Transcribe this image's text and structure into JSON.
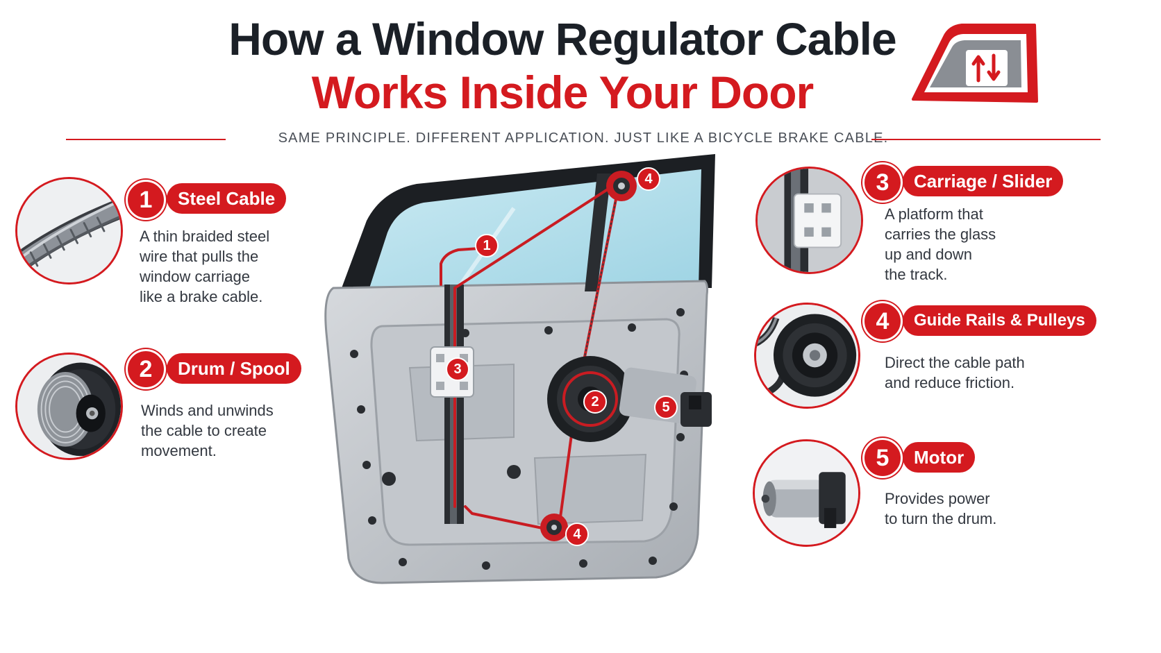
{
  "title": {
    "line1": "How a Window Regulator Cable",
    "line2": "Works Inside Your Door"
  },
  "subtitle": "SAME PRINCIPLE. DIFFERENT APPLICATION. JUST LIKE A BICYCLE BRAKE CABLE.",
  "colors": {
    "accent": "#d41a1f",
    "dark": "#1b2027",
    "text": "#333840"
  },
  "components": [
    {
      "number": "1",
      "label": "Steel Cable",
      "description": [
        "A thin braided steel",
        "wire that pulls the",
        "window carriage",
        "like a brake cable."
      ],
      "icon": "steel-cable-icon"
    },
    {
      "number": "2",
      "label": "Drum / Spool",
      "description": [
        "Winds and unwinds",
        "the cable to create",
        "movement."
      ],
      "icon": "drum-spool-icon"
    },
    {
      "number": "3",
      "label": "Carriage / Slider",
      "description": [
        "A platform that",
        "carries the glass",
        "up and down",
        "the track."
      ],
      "icon": "carriage-slider-icon"
    },
    {
      "number": "4",
      "label": "Guide Rails & Pulleys",
      "description": [
        "Direct the cable path",
        "and reduce friction."
      ],
      "icon": "pulley-icon"
    },
    {
      "number": "5",
      "label": "Motor",
      "description": [
        "Provides power",
        "to turn the drum."
      ],
      "icon": "motor-icon"
    }
  ],
  "diagram_badges": {
    "cable": "1",
    "drum": "2",
    "carriage": "3",
    "pulley_top": "4",
    "pulley_bottom": "4",
    "motor": "5"
  },
  "logo": {
    "icon": "window-up-down-icon"
  }
}
